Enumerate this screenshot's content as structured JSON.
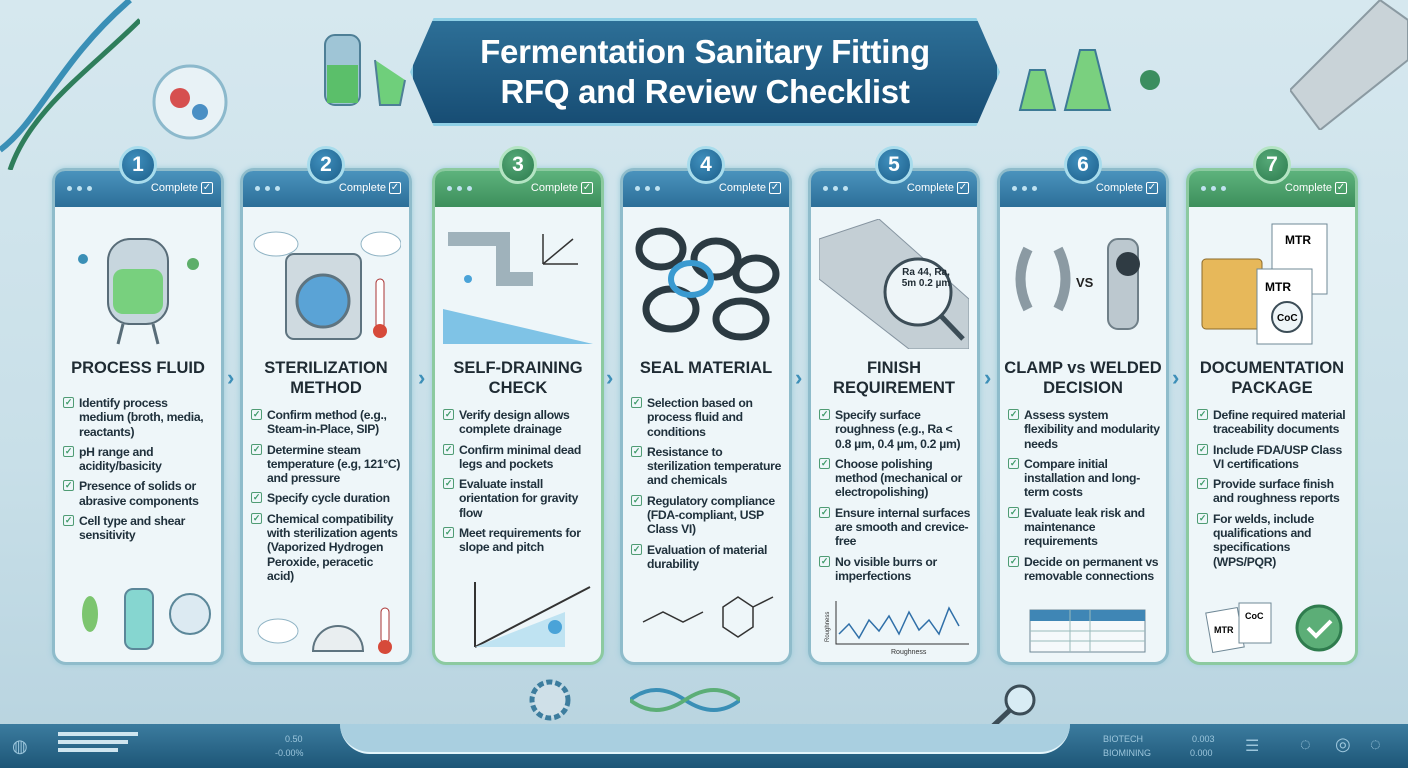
{
  "title": {
    "line1": "Fermentation Sanitary Fitting",
    "line2": "RFQ and Review Checklist"
  },
  "status_label": "Complete",
  "colors": {
    "blue_header": "#2c6f98",
    "green_header": "#3d8f5c",
    "check": "#3f9b6a",
    "title_bg": "#174d74"
  },
  "cards": [
    {
      "number": "1",
      "title": "PROCESS FLUID",
      "header": "blue",
      "items": [
        "Identify process medium (broth, media, reactants)",
        "pH range and acidity/basicity",
        "Presence of solids or abrasive components",
        "Cell type and shear sensitivity"
      ]
    },
    {
      "number": "2",
      "title": "STERILIZATION METHOD",
      "header": "blue",
      "items": [
        "Confirm method (e.g., Steam-in-Place, SIP)",
        "Determine steam temperature (e.g, 121°C) and pressure",
        "Specify cycle duration",
        "Chemical compatibility with sterilization agents (Vaporized Hydrogen Peroxide, peracetic acid)"
      ]
    },
    {
      "number": "3",
      "title": "SELF-DRAINING CHECK",
      "header": "green",
      "items": [
        "Verify design allows complete drainage",
        "Confirm minimal dead legs and pockets",
        "Evaluate install orientation for gravity flow",
        "Meet requirements for slope and pitch"
      ]
    },
    {
      "number": "4",
      "title": "SEAL MATERIAL",
      "header": "blue",
      "items": [
        "Selection based on process fluid and conditions",
        "Resistance to sterilization temperature and chemicals",
        "Regulatory compliance (FDA-compliant, USP Class VI)",
        "Evaluation of material durability"
      ]
    },
    {
      "number": "5",
      "title": "FINISH REQUIREMENT",
      "header": "blue",
      "items": [
        "Specify surface roughness (e.g., Ra < 0.8 µm, 0.4 µm, 0.2 µm)",
        "Choose polishing method (mechanical or electropolishing)",
        "Ensure internal surfaces are smooth and crevice-free",
        "No visible burrs or imperfections"
      ],
      "magnifier_text": "Ra 44, Ra, 5m 0.2 µm",
      "graph_xlabel": "Roughness",
      "graph_ylabel": "Roughness"
    },
    {
      "number": "6",
      "title": "CLAMP vs WELDED DECISION",
      "header": "blue",
      "items": [
        "Assess system flexibility and modularity needs",
        "Compare initial installation and long-term costs",
        "Evaluate leak risk and maintenance requirements",
        "Decide on permanent vs removable connections"
      ],
      "vs_label": "VS"
    },
    {
      "number": "7",
      "title": "DOCUMENTATION PACKAGE",
      "header": "green",
      "items": [
        "Define required material traceability documents",
        "Include FDA/USP Class VI certifications",
        "Provide surface finish and roughness reports",
        "For welds, include qualifications and specifications (WPS/PQR)"
      ],
      "doc_labels": [
        "MTR",
        "MTR",
        "CoC",
        "MTR",
        "CoC"
      ]
    }
  ],
  "footer": {
    "left_value": "0.50",
    "left_change": "-0.00%",
    "right_label1": "BIOTECH",
    "right_label2": "BIOMINING",
    "right_value1": "0.003",
    "right_value2": "0.000"
  }
}
